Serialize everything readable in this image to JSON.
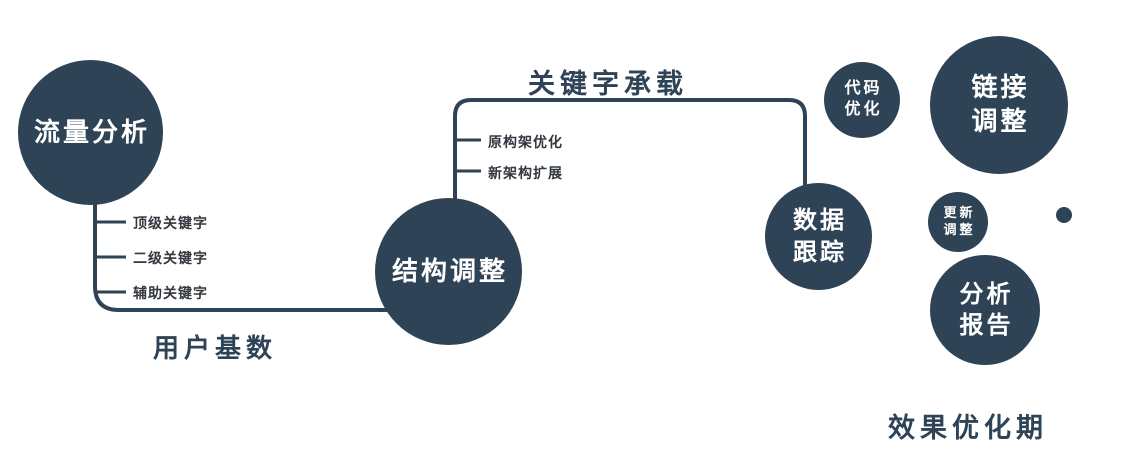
{
  "diagram": {
    "colors": {
      "primary": "#2e4356",
      "text_on_dark": "#ffffff"
    },
    "nodes": {
      "traffic": {
        "label": "流量分析"
      },
      "structure": {
        "label": "结构调整"
      },
      "data_tracking": {
        "label": "数据\n跟踪"
      },
      "code_opt": {
        "label": "代码\n优化"
      },
      "link_adjust": {
        "label": "链接\n调整"
      },
      "update_adjust": {
        "label": "更新\n调整"
      },
      "analysis_report": {
        "label": "分析\n报告"
      }
    },
    "edges": {
      "user_base": {
        "label": "用户基数"
      },
      "keyword_carry": {
        "label": "关键字承载"
      }
    },
    "branches": {
      "traffic": [
        "顶级关键字",
        "二级关键字",
        "辅助关键字"
      ],
      "structure": [
        "原构架优化",
        "新架构扩展"
      ]
    },
    "footer": {
      "label": "效果优化期"
    }
  }
}
